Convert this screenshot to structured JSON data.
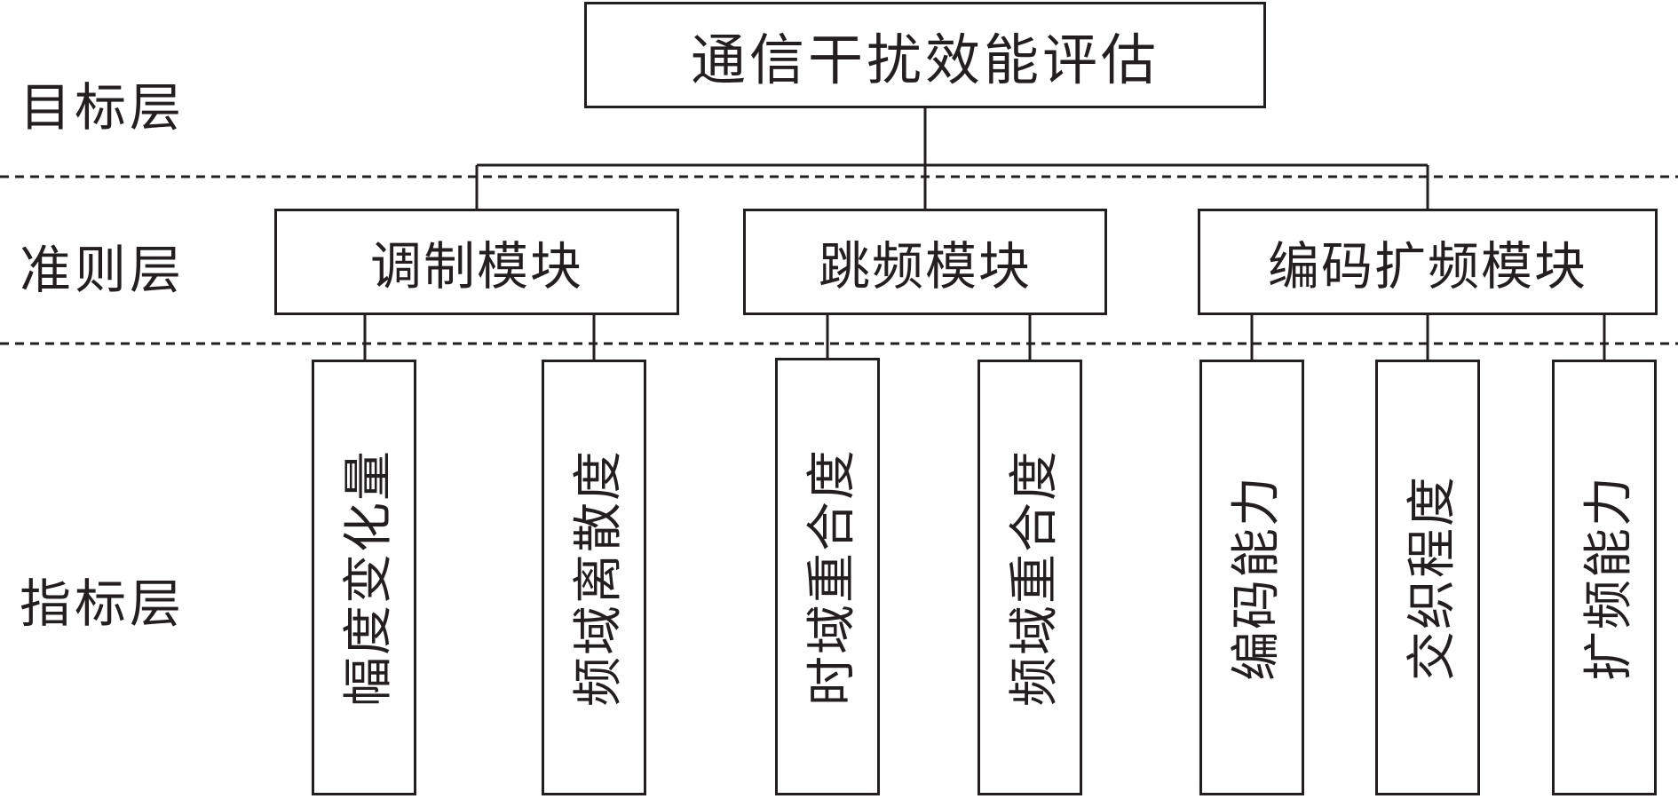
{
  "layers": {
    "goal": "目标层",
    "criterion": "准则层",
    "indicator": "指标层"
  },
  "goal": {
    "label": "通信干扰效能评估"
  },
  "criteria": [
    {
      "label": "调制模块"
    },
    {
      "label": "跳频模块"
    },
    {
      "label": "编码扩频模块"
    }
  ],
  "indicators": [
    {
      "label": "幅度变化量",
      "parent": 0
    },
    {
      "label": "频域离散度",
      "parent": 0
    },
    {
      "label": "时域重合度",
      "parent": 1
    },
    {
      "label": "频域重合度",
      "parent": 1
    },
    {
      "label": "编码能力",
      "parent": 2
    },
    {
      "label": "交织程度",
      "parent": 2
    },
    {
      "label": "扩频能力",
      "parent": 2
    }
  ],
  "colors": {
    "line": "#231f20",
    "background": "#ffffff"
  }
}
